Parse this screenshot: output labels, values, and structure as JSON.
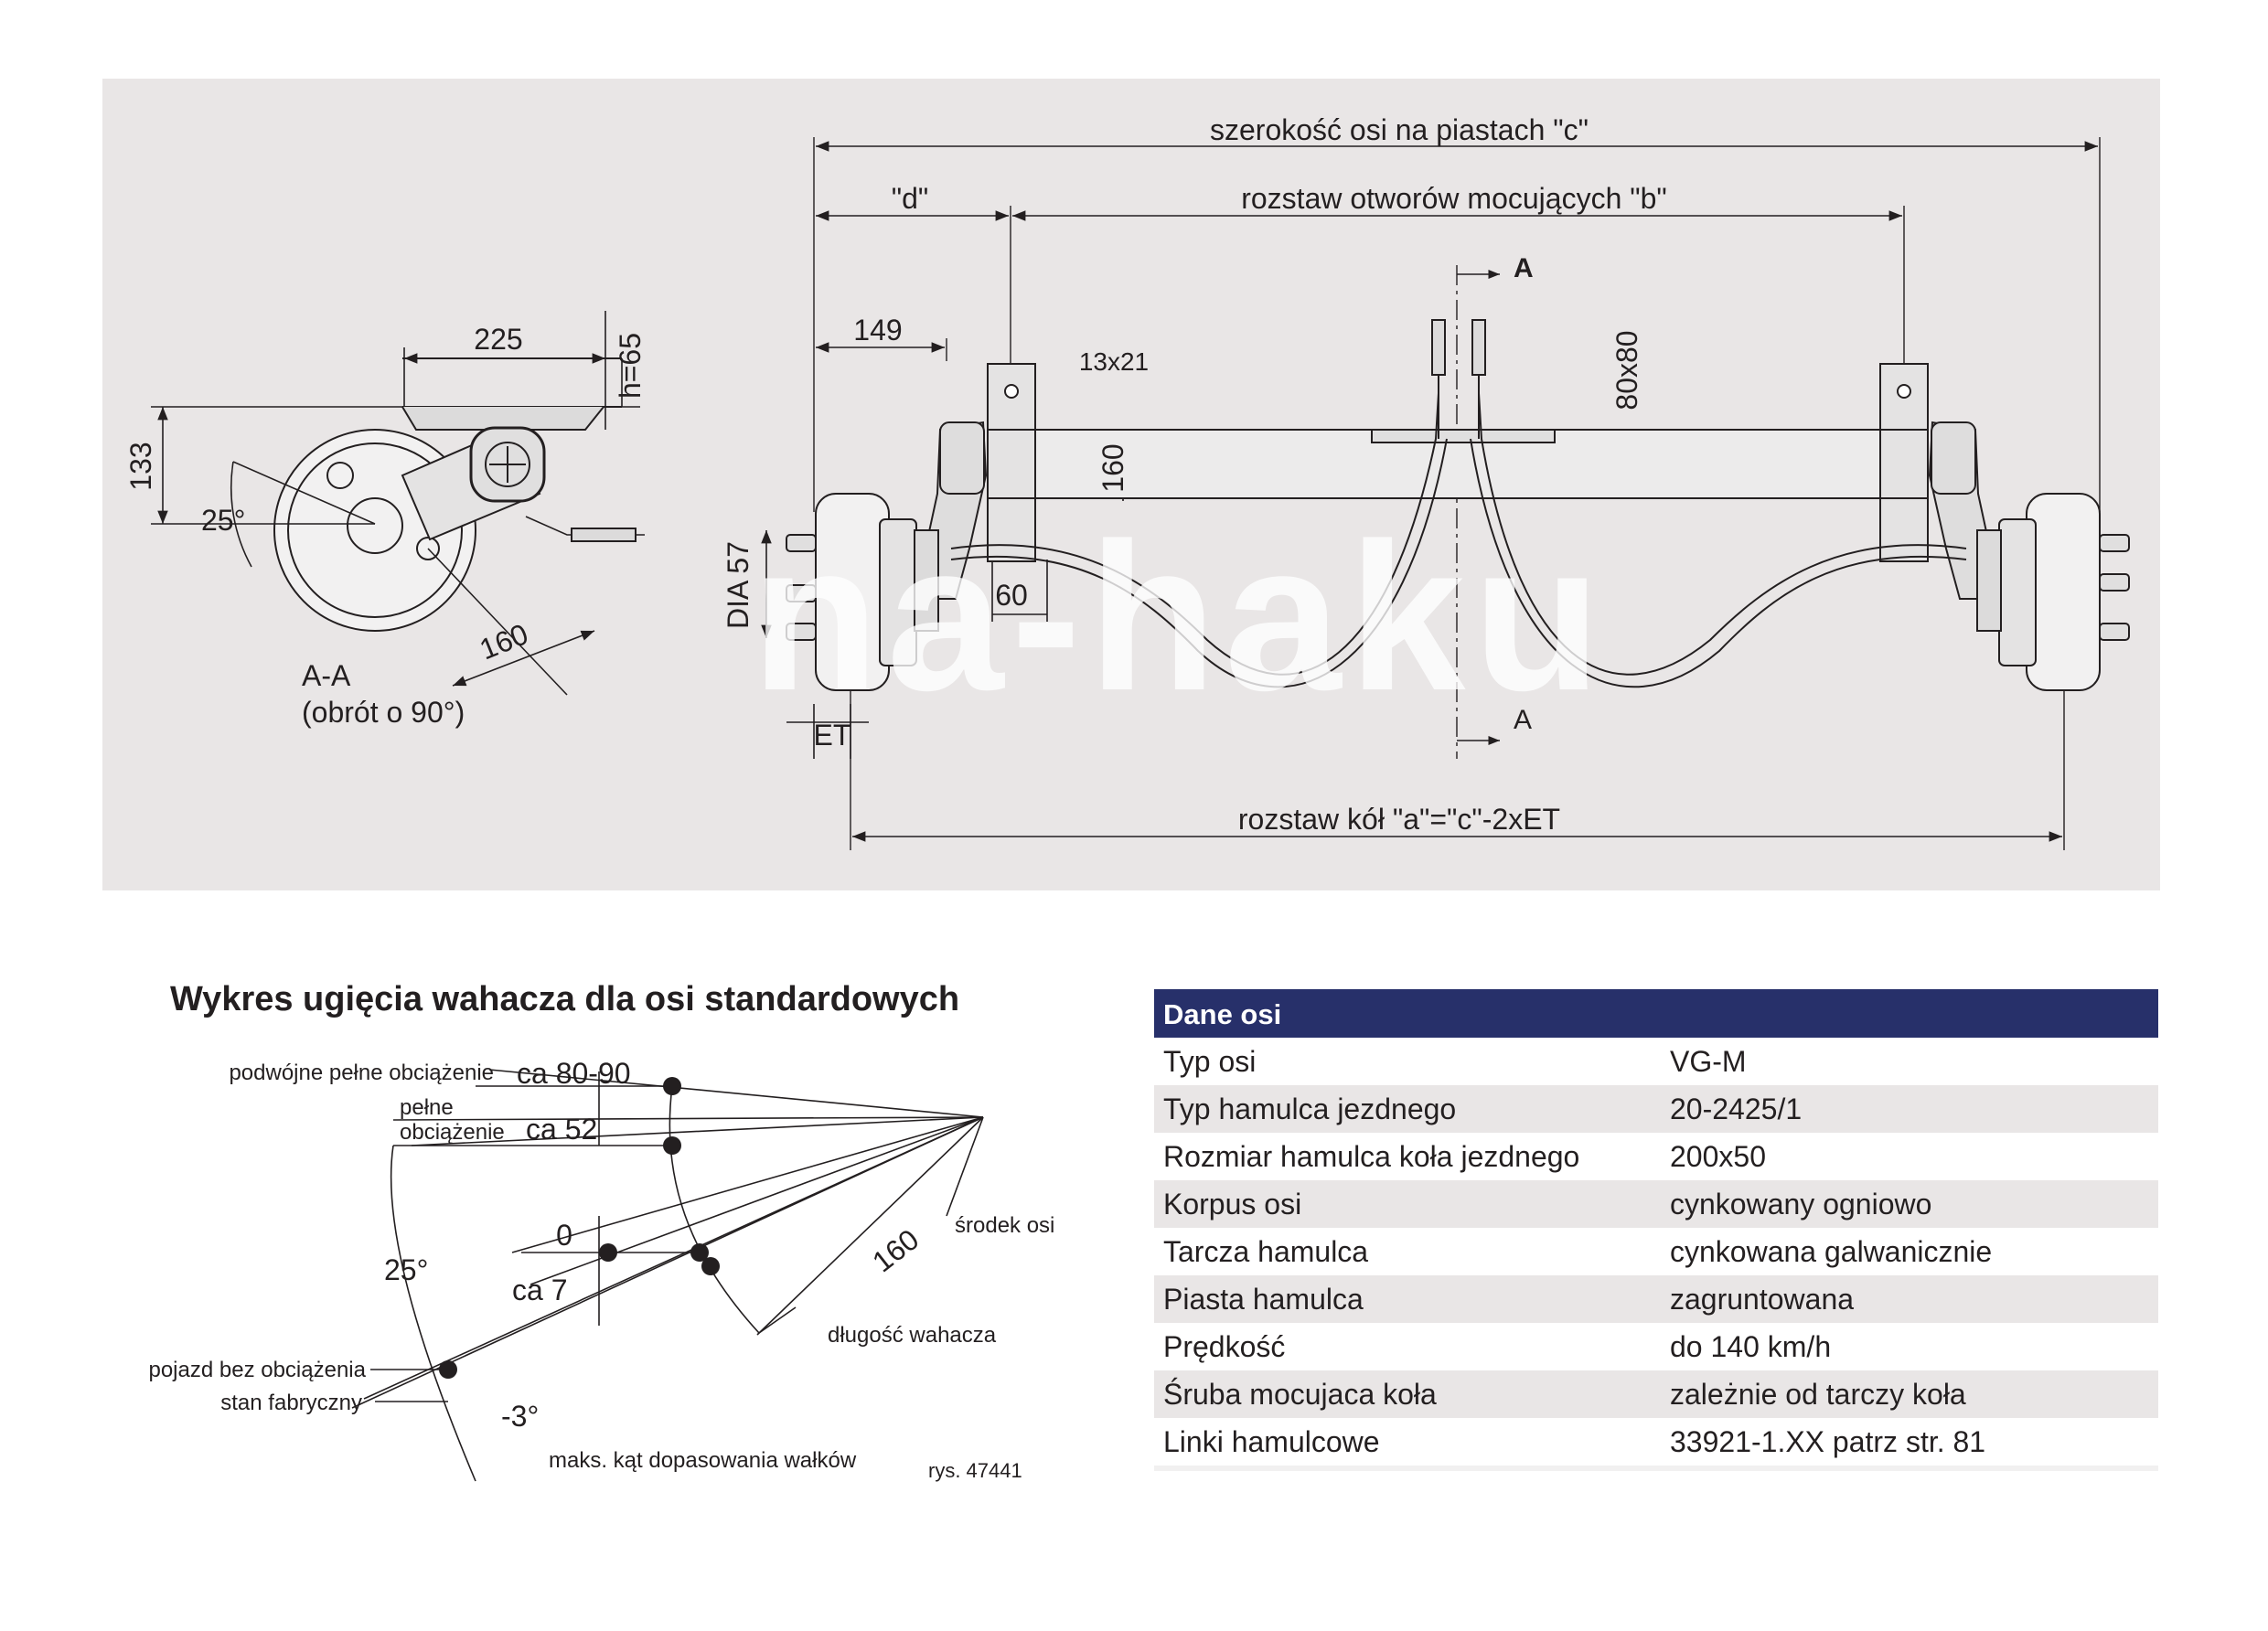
{
  "watermark": "na-haku",
  "drawing": {
    "label_c": "szerokość osi na piastach  \"c\"",
    "label_d": "\"d\"",
    "label_b": "rozstaw otworów mocujących \"b\"",
    "label_a": "rozstaw kół \"a\"=\"c\"-2xET",
    "label_149": "149",
    "label_hole": "13x21",
    "label_160v": "160",
    "label_80x80": "80x80",
    "label_60": "60",
    "label_dia": "DIA 57",
    "label_et": "ET",
    "section_top": "A",
    "section_bottom": "A",
    "label_225": "225",
    "label_h65": "h=65",
    "label_133": "133",
    "label_25": "25°",
    "label_160d": "160",
    "section_name": "A-A",
    "section_note": "(obrót o 90°)"
  },
  "chart": {
    "title": "Wykres ugięcia wahacza dla osi standardowych",
    "double_load": "podwójne pełne obciążenie",
    "val_8090": "ca 80-90",
    "full_load_1": "pełne",
    "full_load_2": "obciążenie",
    "val_52": "ca 52",
    "val_0": "0",
    "val_7": "ca 7",
    "angle_25": "25°",
    "unloaded": "pojazd bez obciążenia",
    "factory": "stan fabryczny",
    "angle_m3": "-3°",
    "max_angle": "maks. kąt dopasowania wałków",
    "fig": "rys. 47441",
    "center": "środek osi",
    "length_160": "160",
    "arm_length": "długość wahacza"
  },
  "spec": {
    "header": "Dane osi",
    "rows": [
      {
        "key": "Typ osi",
        "value": "VG-M"
      },
      {
        "key": "Typ hamulca jezdnego",
        "value": "20-2425/1"
      },
      {
        "key": "Rozmiar hamulca koła jezdnego",
        "value": "200x50"
      },
      {
        "key": "Korpus osi",
        "value": "cynkowany ogniowo"
      },
      {
        "key": "Tarcza hamulca",
        "value": "cynkowana galwanicznie"
      },
      {
        "key": "Piasta hamulca",
        "value": "zagruntowana"
      },
      {
        "key": "Prędkość",
        "value": "do 140 km/h"
      },
      {
        "key": "Śruba mocujaca koła",
        "value": "zależnie od tarczy koła"
      },
      {
        "key": "Linki hamulcowe",
        "value": "33921-1.XX patrz str. 81"
      }
    ]
  }
}
